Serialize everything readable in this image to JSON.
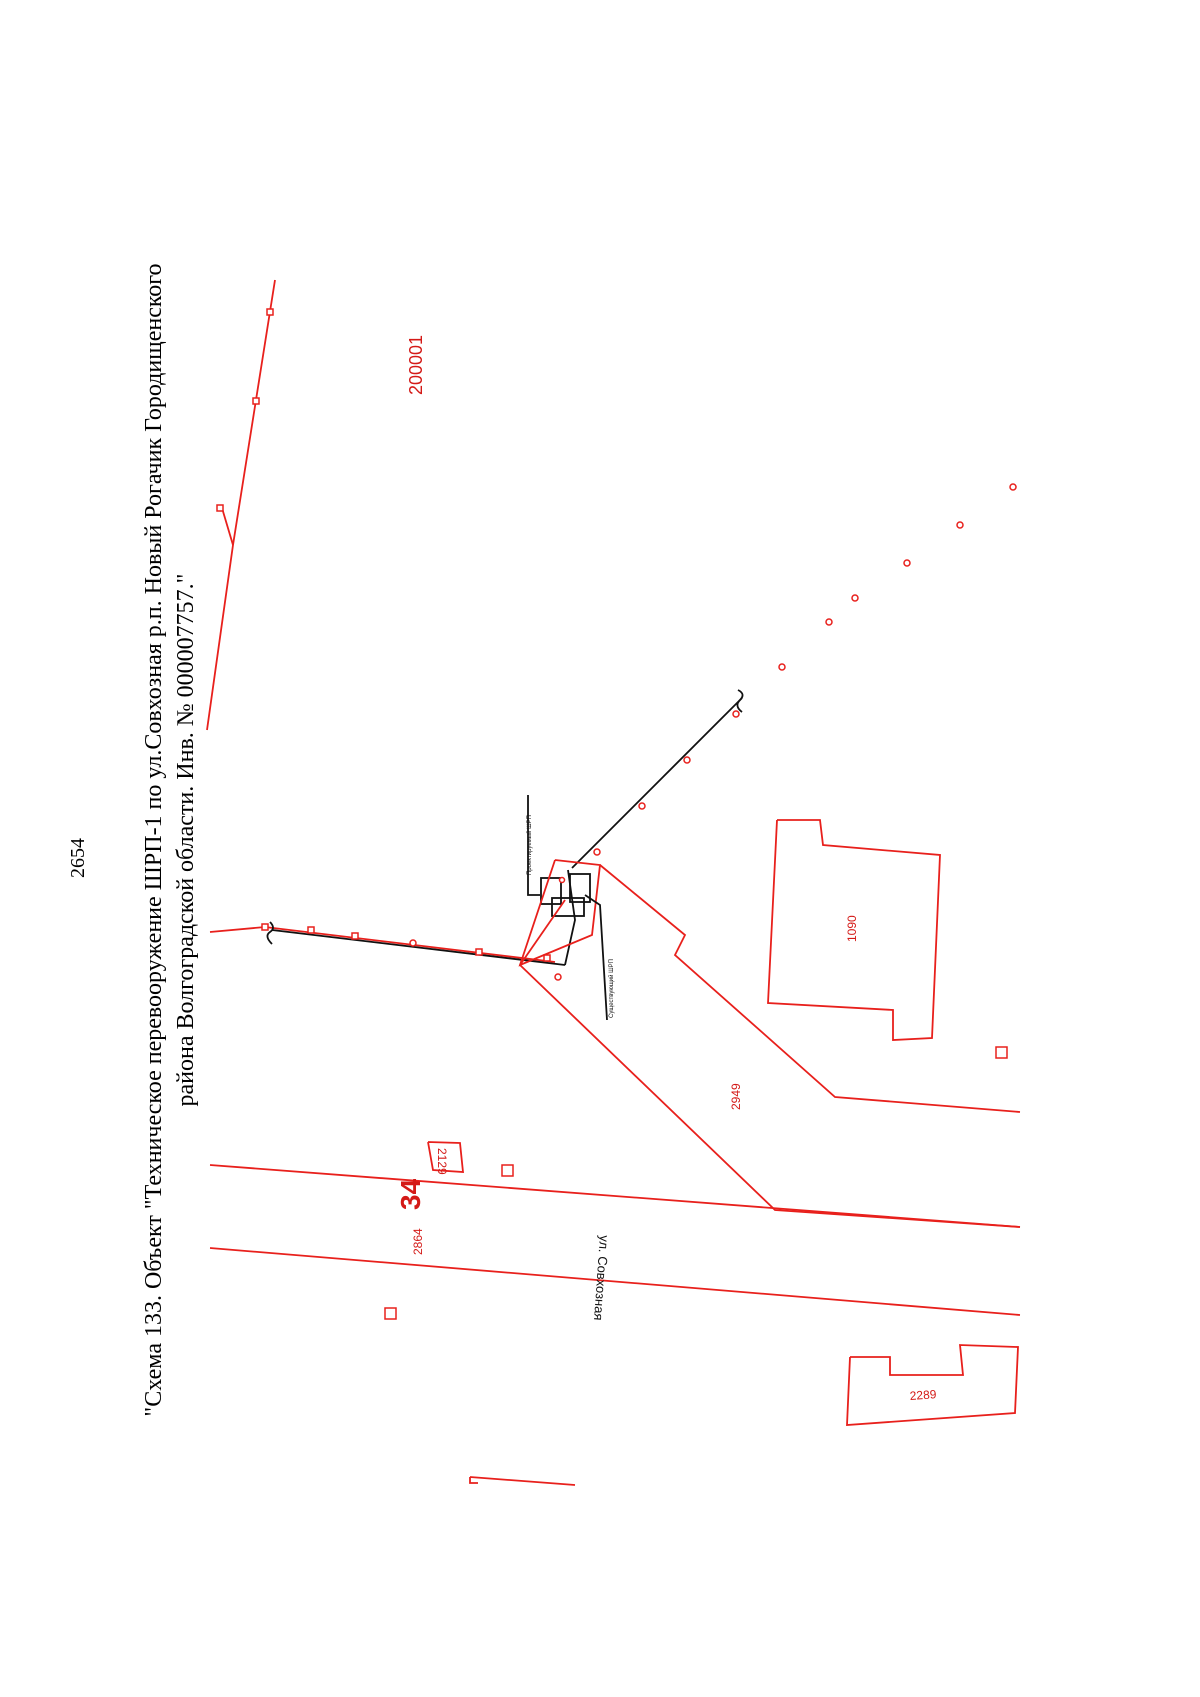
{
  "page": {
    "number": "2654"
  },
  "caption": {
    "line1": "\"Схема 133. Объект \"Техническое перевооружение ШРП-1 по ул.Совхозная р.п. Новый Рогачик Городищенского",
    "line2": "района Волгоградской области. Инв. № 000007757.\""
  },
  "map": {
    "labels": {
      "parcel_top": "200001",
      "parcel_1090": "1090",
      "parcel_2949": "2949",
      "parcel_2129": "2129",
      "parcel_2864": "2864",
      "parcel_2289": "2289",
      "block_number": "34",
      "street": "ул. Совхозная",
      "projected_shrp": "Проектируемый ШРП",
      "existing_shrp": "Существующий ШРП"
    },
    "colors": {
      "cadastre": "#e8201c",
      "gas_line": "#111111"
    }
  }
}
